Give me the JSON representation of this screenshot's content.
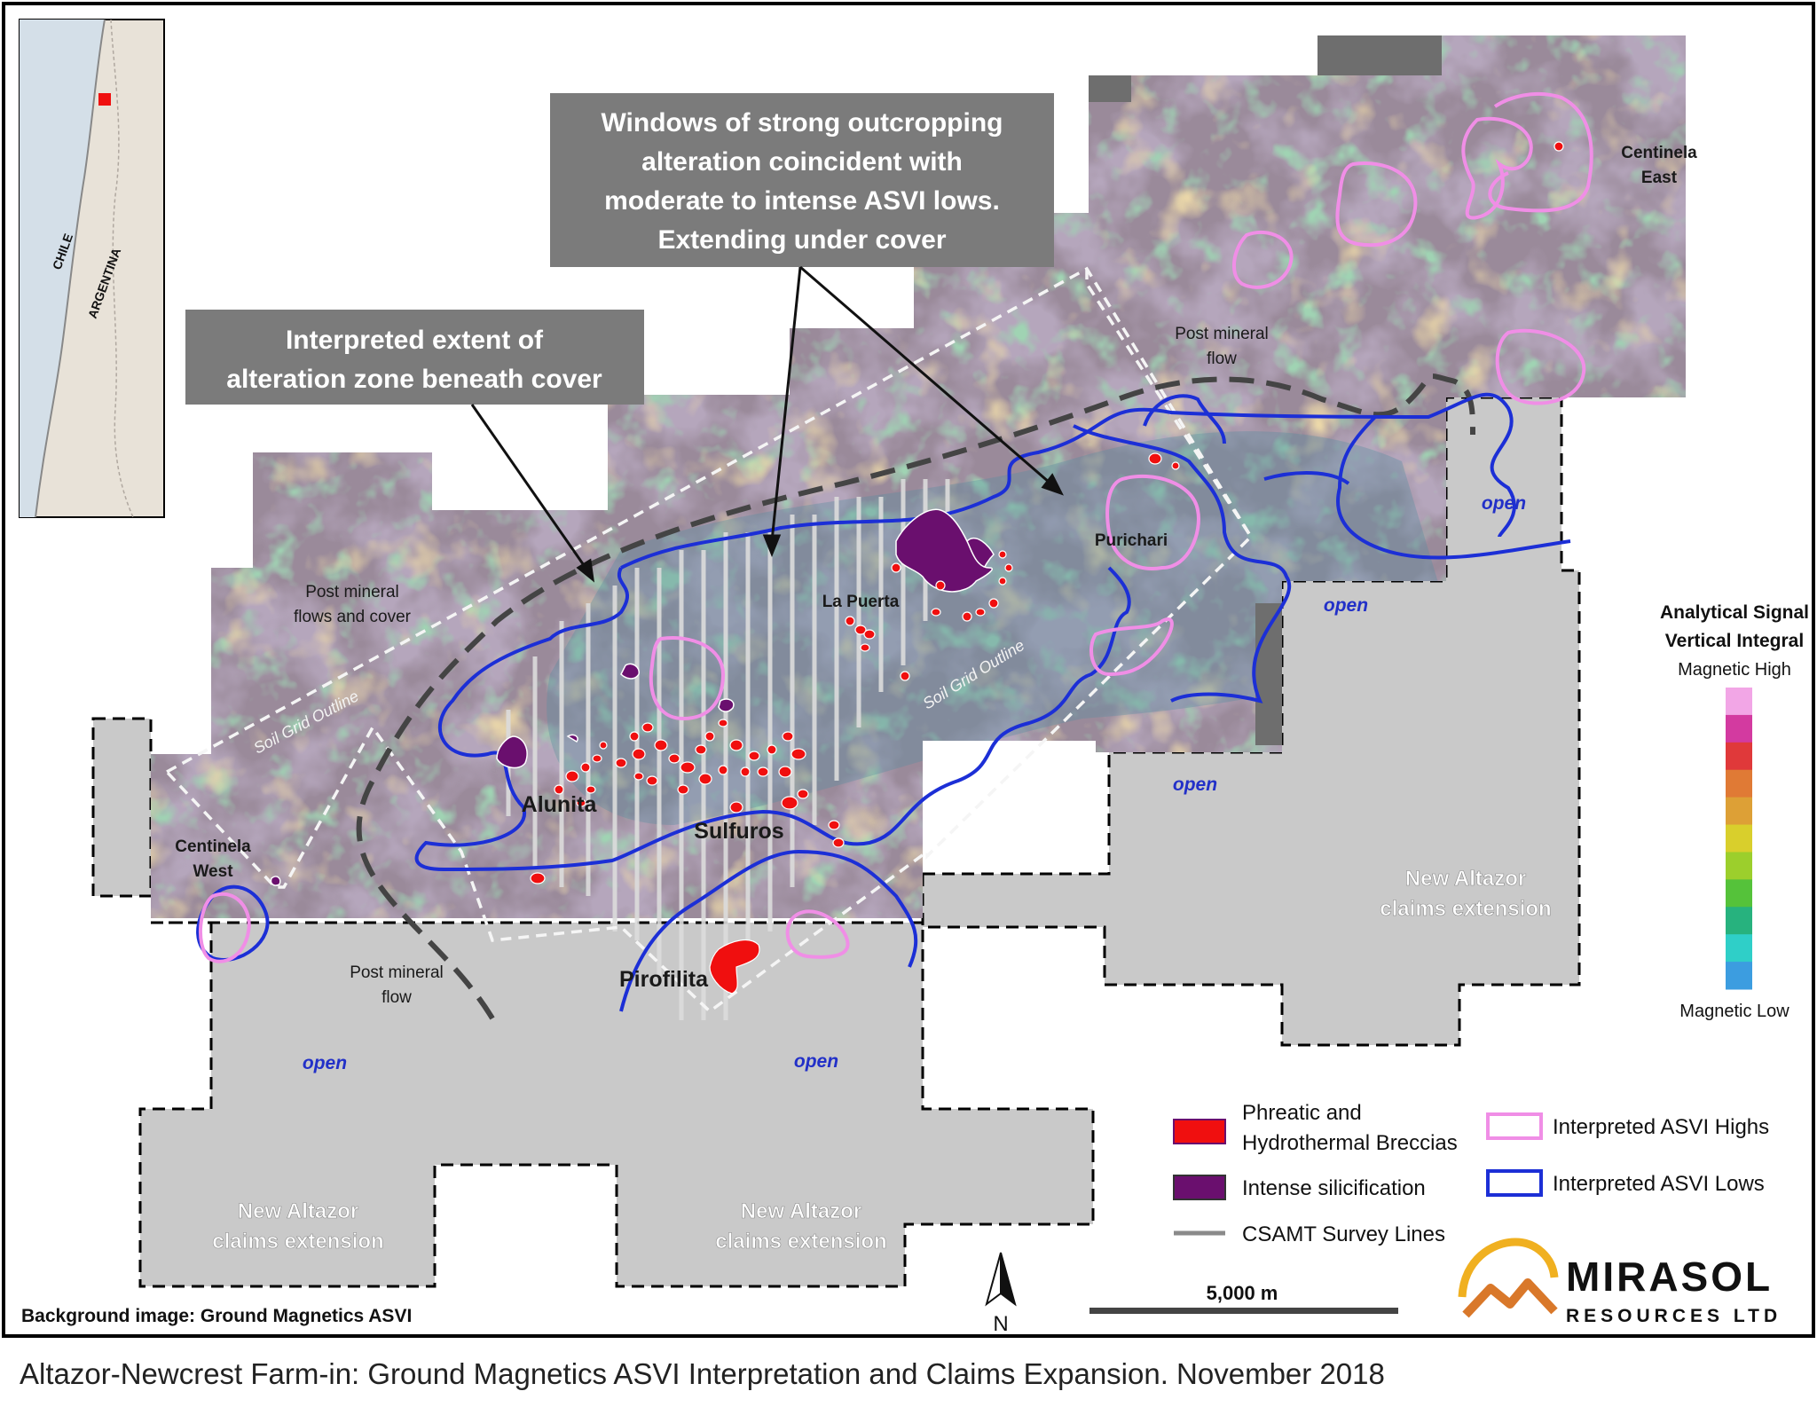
{
  "callouts": {
    "windows": [
      "Windows of strong outcropping",
      "alteration coincident with",
      "moderate to intense ASVI lows.",
      "Extending under cover"
    ],
    "extent": [
      "Interpreted extent of",
      "alteration zone beneath cover"
    ]
  },
  "inset": {
    "chile": "CHILE",
    "argentina": "ARGENTINA"
  },
  "places": {
    "centinela_east": [
      "Centinela",
      "East"
    ],
    "centinela_west": [
      "Centinela",
      "West"
    ],
    "purichari": "Purichari",
    "la_puerta": "La Puerta",
    "alunita": "Alunita",
    "sulfuros": "Sulfuros",
    "pirofilita": "Pirofilita"
  },
  "cover_labels": {
    "post_flows_cover": [
      "Post mineral",
      "flows and cover"
    ],
    "post_flow_ne": [
      "Post mineral",
      "flow"
    ],
    "post_flow_sw": [
      "Post mineral",
      "flow"
    ]
  },
  "soil_grid": {
    "west": "Soil Grid Outline",
    "east": "Soil Grid Outline"
  },
  "open_label": "open",
  "claims": {
    "line1": "New Altazor",
    "line2": "claims extension"
  },
  "color_scale": {
    "title": [
      "Analytical Signal",
      "Vertical Integral"
    ],
    "high": "Magnetic High",
    "low": "Magnetic Low",
    "colors": [
      "#f2a6e6",
      "#d33aa0",
      "#e0393a",
      "#e07a35",
      "#dda036",
      "#d9cf2c",
      "#9ccf2c",
      "#55c23a",
      "#27b27e",
      "#2fcfc8",
      "#3c9de0"
    ]
  },
  "legend": {
    "breccia": [
      "Phreatic and",
      "Hydrothermal Breccias"
    ],
    "silicification": "Intense silicification",
    "csamt": "CSAMT Survey Lines",
    "asvi_highs": "Interpreted ASVI Highs",
    "asvi_lows": "Interpreted ASVI Lows"
  },
  "scale_bar": "5,000 m",
  "north": "N",
  "company": {
    "name": "MIRASOL",
    "sub": "RESOURCES LTD"
  },
  "background_note": "Background image: Ground Magnetics ASVI",
  "caption": "Altazor-Newcrest Farm-in: Ground Magnetics ASVI Interpretation and Claims Expansion. November 2018",
  "colors": {
    "breccia": "#f00f0f",
    "silicification": "#6a0f6e",
    "asvi_high": "#f08ee6",
    "asvi_low": "#1c2fd6",
    "callout_bg": "#7b7b7b",
    "claims_grey": "#c9c9c9",
    "dark_grey": "#6e6e6e"
  }
}
